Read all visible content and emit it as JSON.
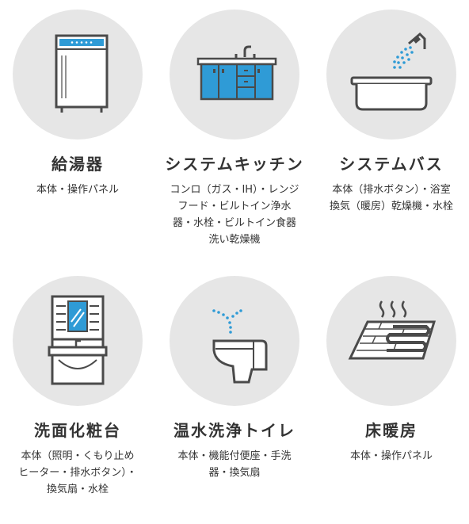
{
  "items": [
    {
      "title": "給湯器",
      "icon": "water-heater-icon",
      "desc": [
        "本体・操作パネル"
      ]
    },
    {
      "title": "システムキッチン",
      "icon": "kitchen-icon",
      "desc": [
        "コンロ（ガス・IH）・レンジ",
        "フード・ビルトイン浄水",
        "器・水栓・ビルトイン食器",
        "洗い乾燥機"
      ]
    },
    {
      "title": "システムバス",
      "icon": "bathtub-icon",
      "desc": [
        "本体（排水ボタン）・浴室",
        "換気（暖房）乾燥機・水栓"
      ]
    },
    {
      "title": "洗面化粧台",
      "icon": "vanity-icon",
      "desc": [
        "本体（照明・くもり止め",
        "ヒーター・排水ボタン）・",
        "換気扇・水栓"
      ]
    },
    {
      "title": "温水洗浄トイレ",
      "icon": "toilet-icon",
      "desc": [
        "本体・機能付便座・手洗",
        "器・換気扇"
      ]
    },
    {
      "title": "床暖房",
      "icon": "floor-heating-icon",
      "desc": [
        "本体・操作パネル"
      ]
    }
  ],
  "colors": {
    "accent": "#2f9bd6",
    "stroke": "#4a4a4a",
    "circle": "#e6e6e6"
  }
}
